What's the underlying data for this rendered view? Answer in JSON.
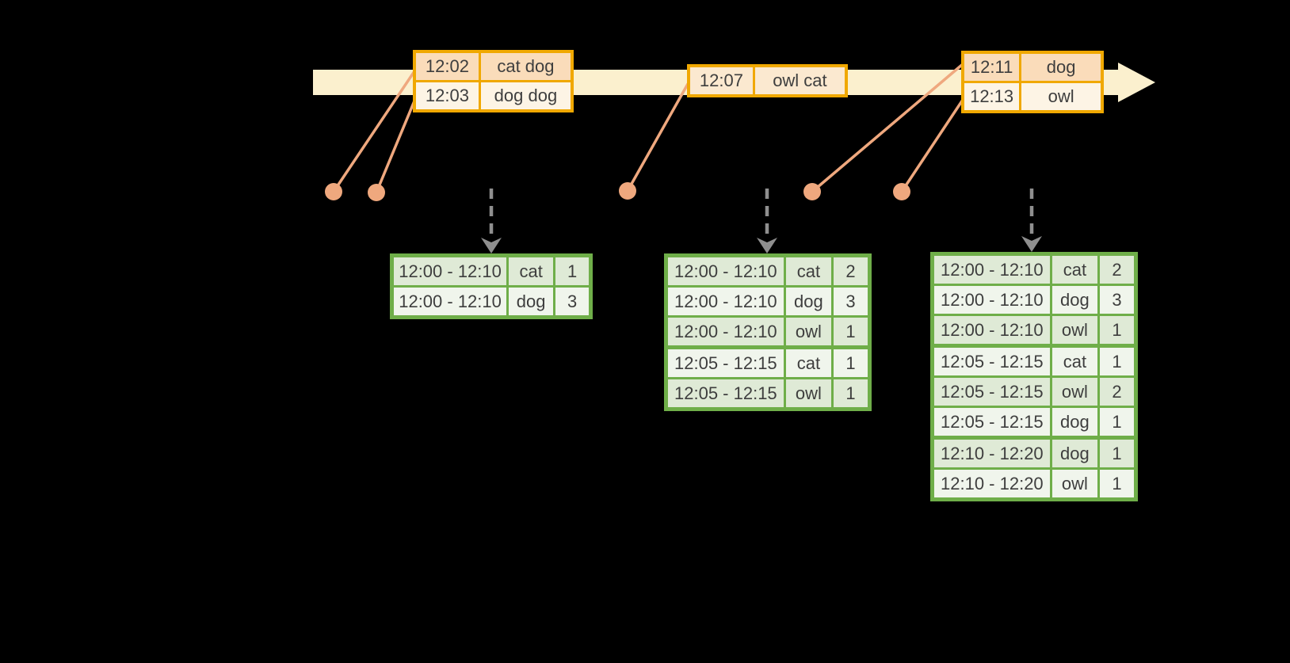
{
  "colors": {
    "background": "#000000",
    "timeline_band": "#FBF0CE",
    "event_border": "#F0A800",
    "event_row_a": "#FADCBA",
    "event_row_b": "#FDF4E5",
    "event_row_mid": "#FBE9D0",
    "connector": "#EFA87E",
    "trigger_arrow": "#8F8F8F",
    "result_border": "#6FAE49",
    "result_row_a": "#DFEAD6",
    "result_row_b": "#F0F5EC",
    "text": "#3E3E3E"
  },
  "event_tables": [
    {
      "rows": [
        {
          "time": "12:02",
          "words": "cat dog"
        },
        {
          "time": "12:03",
          "words": "dog dog"
        }
      ]
    },
    {
      "rows": [
        {
          "time": "12:07",
          "words": "owl cat"
        }
      ]
    },
    {
      "rows": [
        {
          "time": "12:11",
          "words": "dog"
        },
        {
          "time": "12:13",
          "words": "owl"
        }
      ]
    }
  ],
  "result_tables": [
    {
      "rows": [
        {
          "window": "12:00 - 12:10",
          "word": "cat",
          "count": "1"
        },
        {
          "window": "12:00 - 12:10",
          "word": "dog",
          "count": "3"
        }
      ]
    },
    {
      "rows": [
        {
          "window": "12:00 - 12:10",
          "word": "cat",
          "count": "2"
        },
        {
          "window": "12:00 - 12:10",
          "word": "dog",
          "count": "3"
        },
        {
          "window": "12:00 - 12:10",
          "word": "owl",
          "count": "1"
        },
        {
          "window": "12:05 - 12:15",
          "word": "cat",
          "count": "1",
          "group_start": true
        },
        {
          "window": "12:05 - 12:15",
          "word": "owl",
          "count": "1"
        }
      ]
    },
    {
      "rows": [
        {
          "window": "12:00 - 12:10",
          "word": "cat",
          "count": "2"
        },
        {
          "window": "12:00 - 12:10",
          "word": "dog",
          "count": "3"
        },
        {
          "window": "12:00 - 12:10",
          "word": "owl",
          "count": "1"
        },
        {
          "window": "12:05 - 12:15",
          "word": "cat",
          "count": "1",
          "group_start": true
        },
        {
          "window": "12:05 - 12:15",
          "word": "owl",
          "count": "2"
        },
        {
          "window": "12:05 - 12:15",
          "word": "dog",
          "count": "1"
        },
        {
          "window": "12:10 - 12:20",
          "word": "dog",
          "count": "1",
          "group_start": true
        },
        {
          "window": "12:10 - 12:20",
          "word": "owl",
          "count": "1"
        }
      ]
    }
  ]
}
